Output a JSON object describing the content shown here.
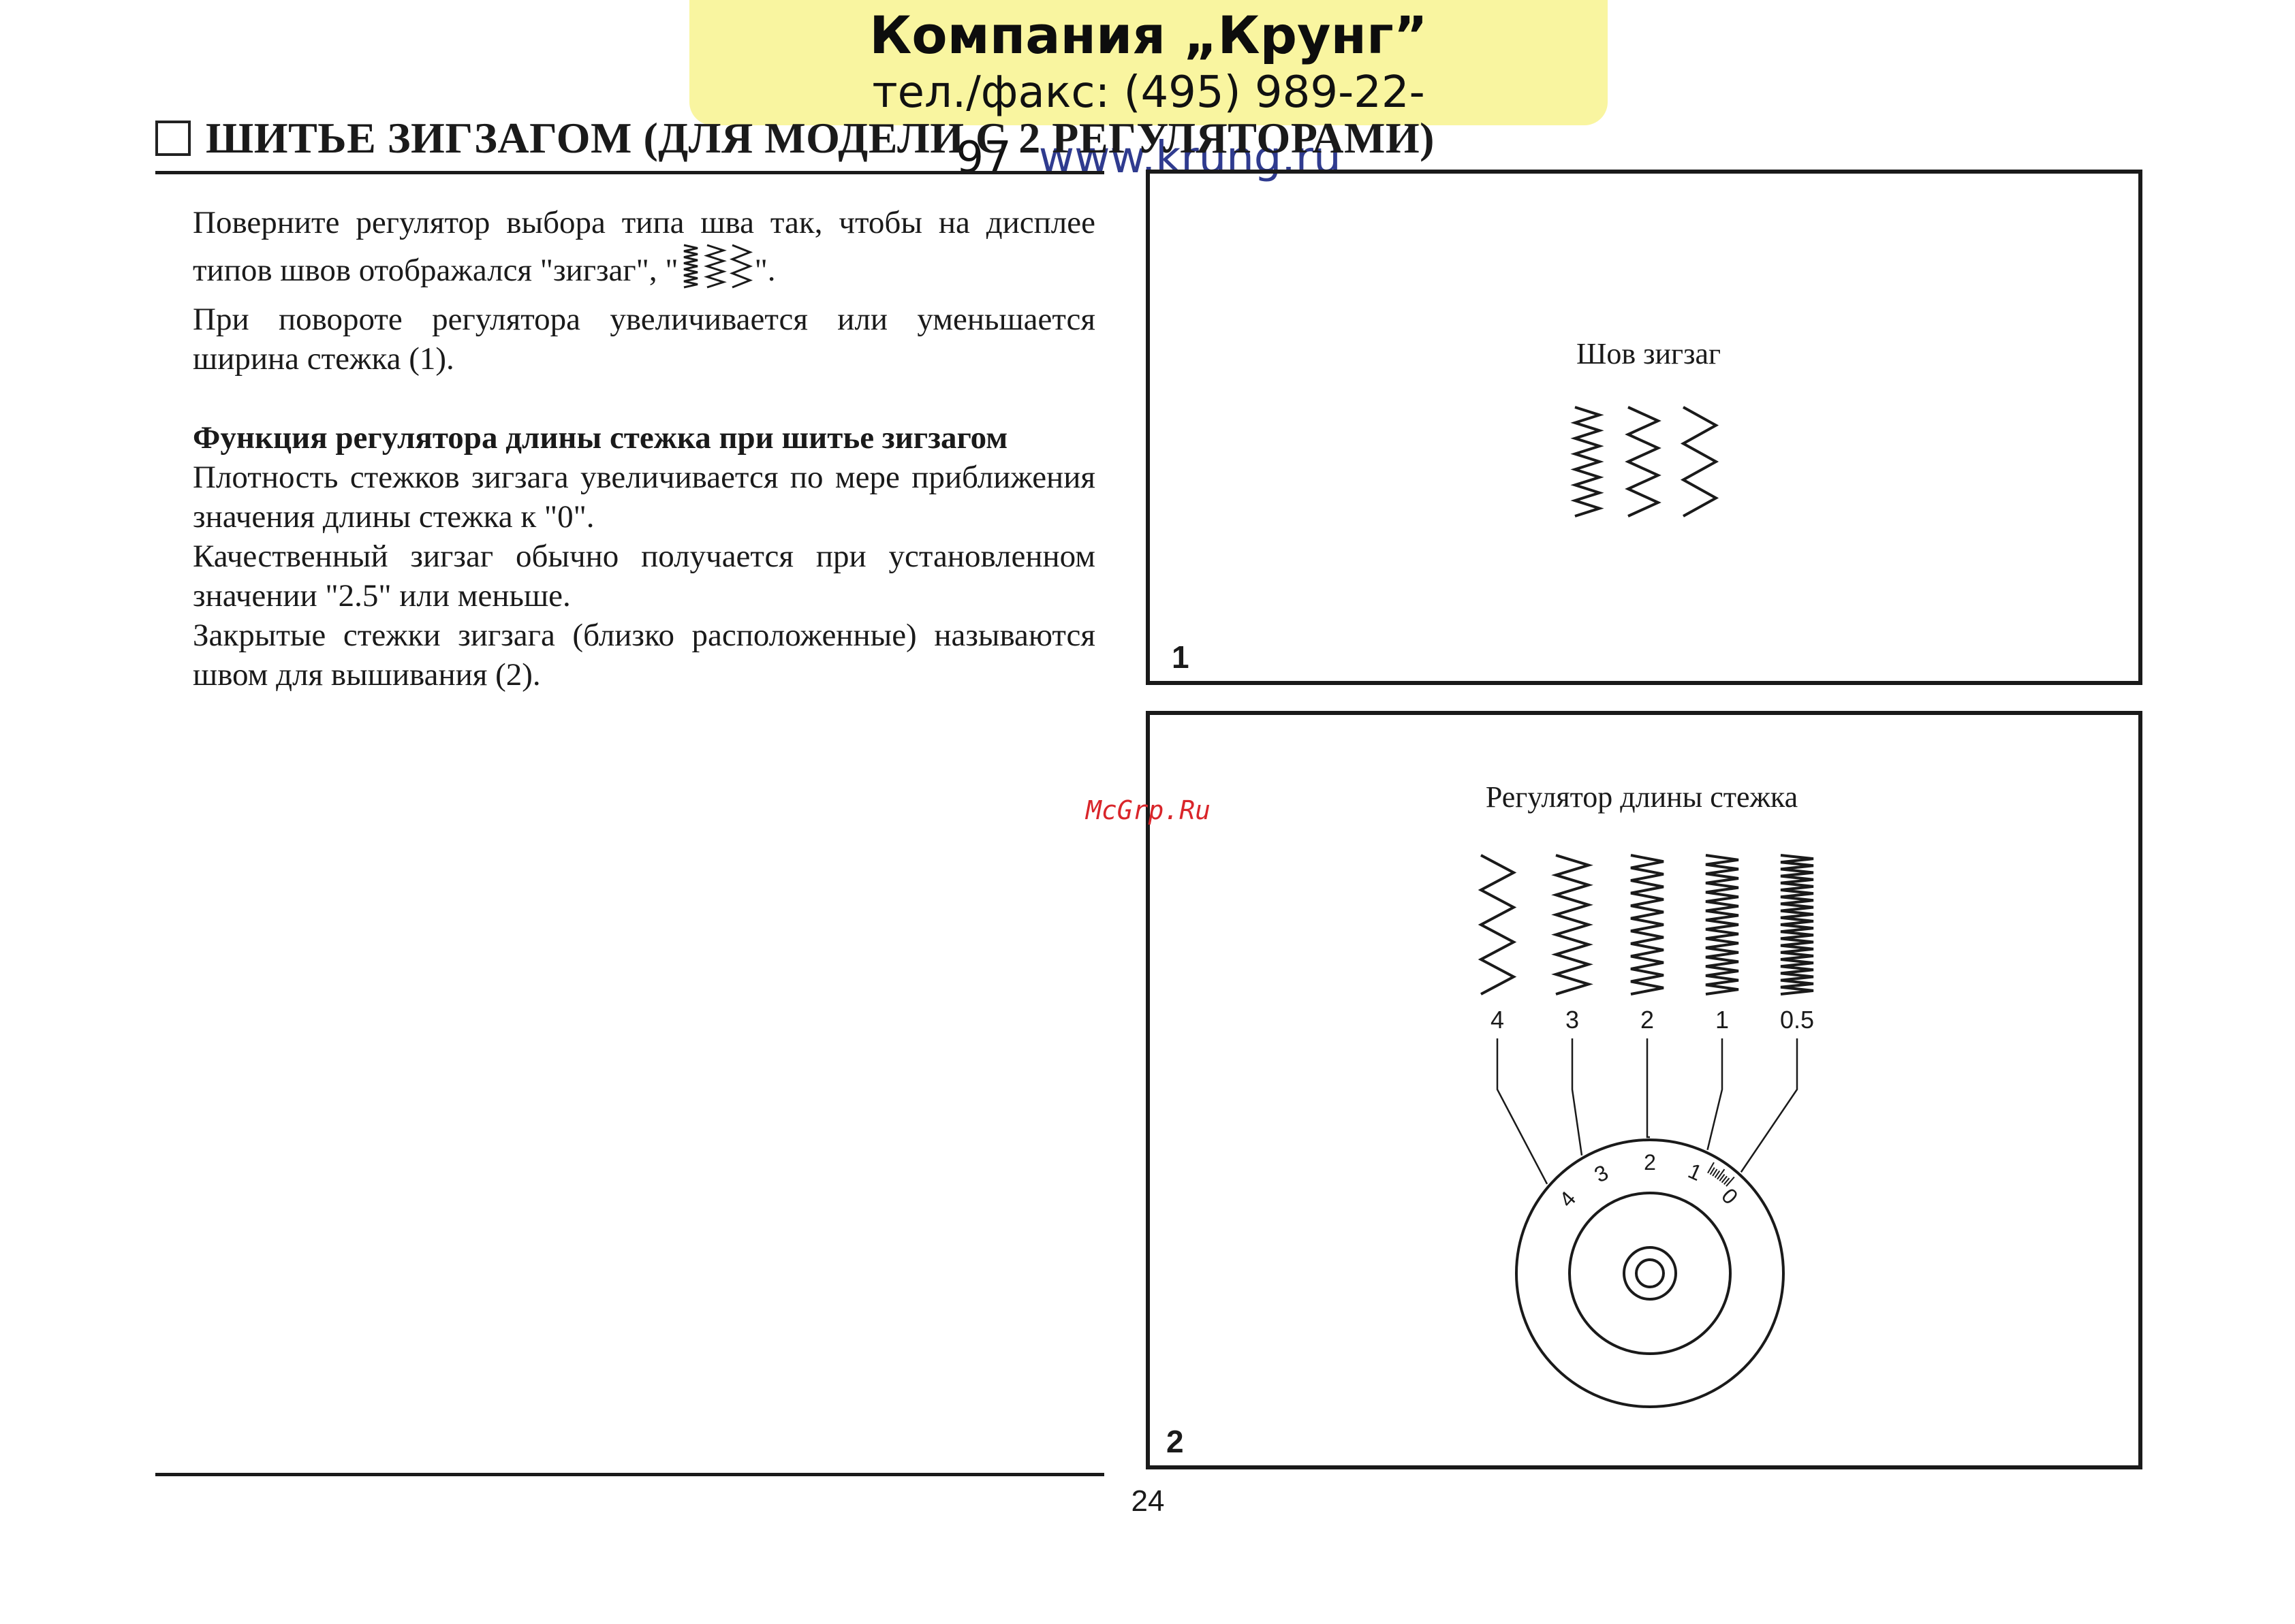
{
  "banner": {
    "company": "Компания „Крунг”",
    "phone": "тел./факс: (495) 989-22-97",
    "website": "www.krung.ru"
  },
  "heading": {
    "title": "ШИТЬЕ ЗИГЗАГОМ (ДЛЯ МОДЕЛИ С 2 РЕГУЛЯТОРАМИ)"
  },
  "body": {
    "p1a": "Поверните регулятор выбора типа шва так, чтобы на дисплее типов швов отображался \"зигзаг\", \"",
    "p1b": "\".",
    "p2": "При повороте регулятора увеличивается или уменьшается ширина стежка (1).",
    "subheading": "Функция регулятора длины стежка при шитье зигзагом",
    "p3": "Плотность стежков зигзага увеличивается по мере приближения значения длины стежка к \"0\".",
    "p4": "Качественный зигзаг обычно получается при установленном значении \"2.5\" или меньше.",
    "p5": "Закрытые стежки зигзага (близко расположенные) называются швом для вышивания (2)."
  },
  "figure1": {
    "caption": "Шов зигзаг",
    "number": "1"
  },
  "figure2": {
    "caption": "Регулятор длины стежка",
    "number": "2",
    "stitch_labels": [
      "4",
      "3",
      "2",
      "1",
      "0.5"
    ],
    "dial_labels": [
      "4",
      "3",
      "2",
      "1",
      "0"
    ]
  },
  "watermark": "McGrp.Ru",
  "page_number": "24"
}
